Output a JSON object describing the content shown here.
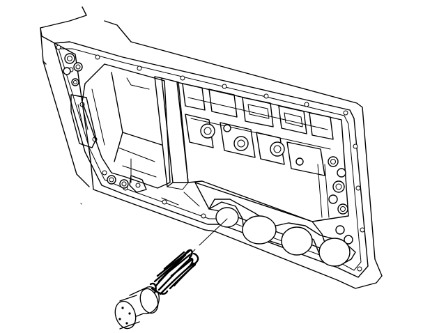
{
  "figure": {
    "description_text": "",
    "parts": [
      {
        "name": "transmission-case-housing"
      },
      {
        "name": "valve-bore-gasket-cutouts"
      },
      {
        "name": "accumulator-spring"
      },
      {
        "name": "accumulator-piston"
      },
      {
        "name": "installation-direction-line"
      }
    ]
  },
  "colors": {
    "ink": "#000000",
    "paper": "#ffffff"
  }
}
